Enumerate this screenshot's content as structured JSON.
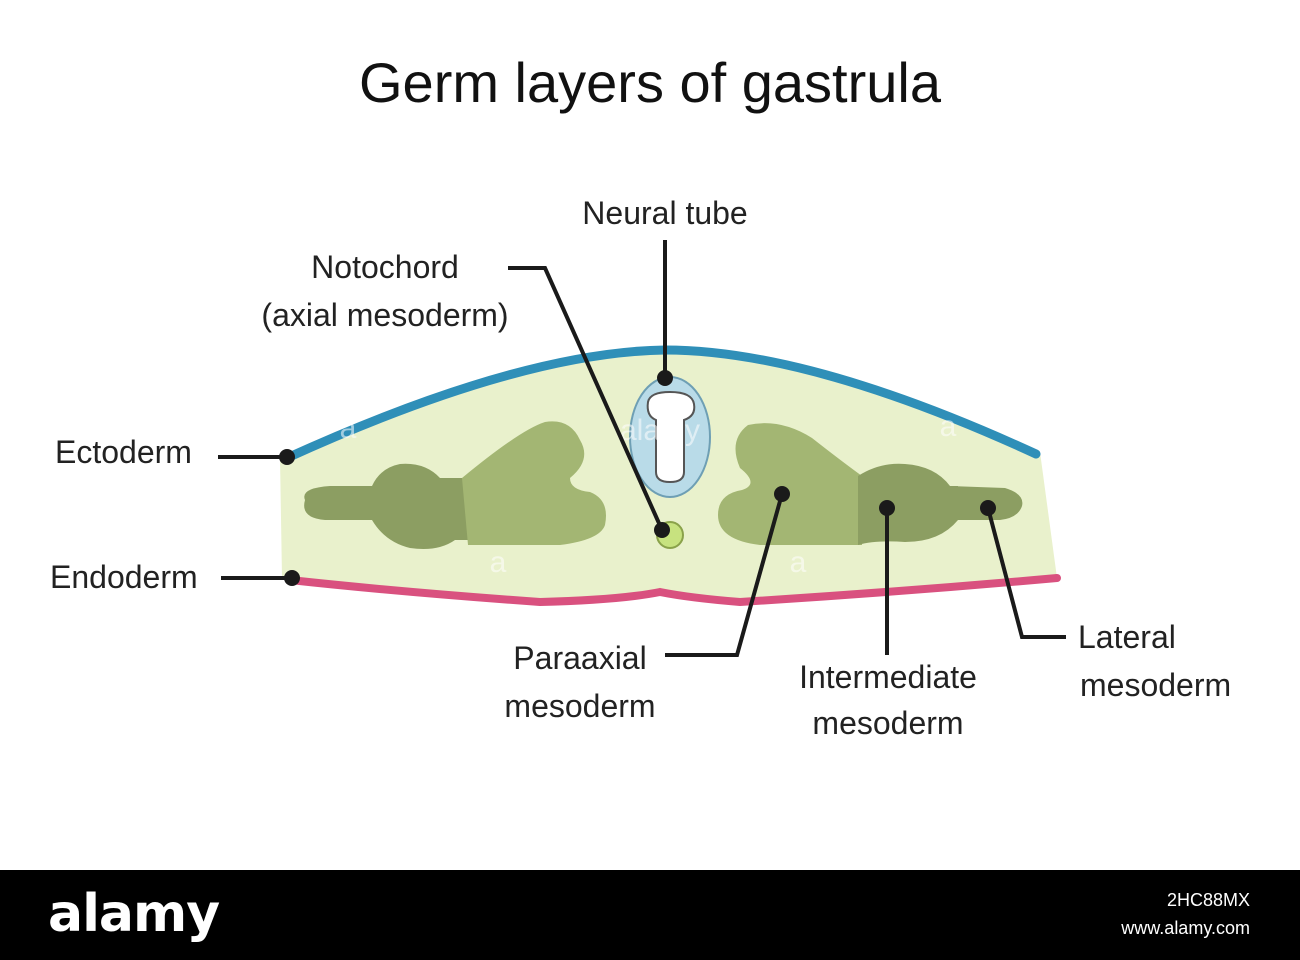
{
  "title": "Germ layers of gastrula",
  "labels": {
    "neural_tube": "Neural tube",
    "notochord_line1": "Notochord",
    "notochord_line2": "(axial mesoderm)",
    "ectoderm": "Ectoderm",
    "endoderm": "Endoderm",
    "paraaxial_line1": "Paraaxial",
    "paraaxial_line2": "mesoderm",
    "intermediate_line1": "Intermediate",
    "intermediate_line2": "mesoderm",
    "lateral_line1": "Lateral",
    "lateral_line2": "mesoderm"
  },
  "watermark": {
    "overlay_text": "alamy",
    "overlay_marks": [
      "a",
      "a",
      "a",
      "a"
    ],
    "logo": "alamy",
    "image_id": "2HC88MX",
    "url": "www.alamy.com"
  },
  "colors": {
    "ectoderm": "#2f8fb8",
    "endoderm": "#d9517f",
    "body_fill": "#e9f1cc",
    "paraxial_mesoderm": "#a3b673",
    "intermediate_mesoderm": "#8c9e62",
    "lateral_mesoderm": "#8c9e62",
    "neural_tube_fill": "#b9dbe8",
    "notochord_fill": "#c7e27f",
    "footer": "#000000"
  }
}
